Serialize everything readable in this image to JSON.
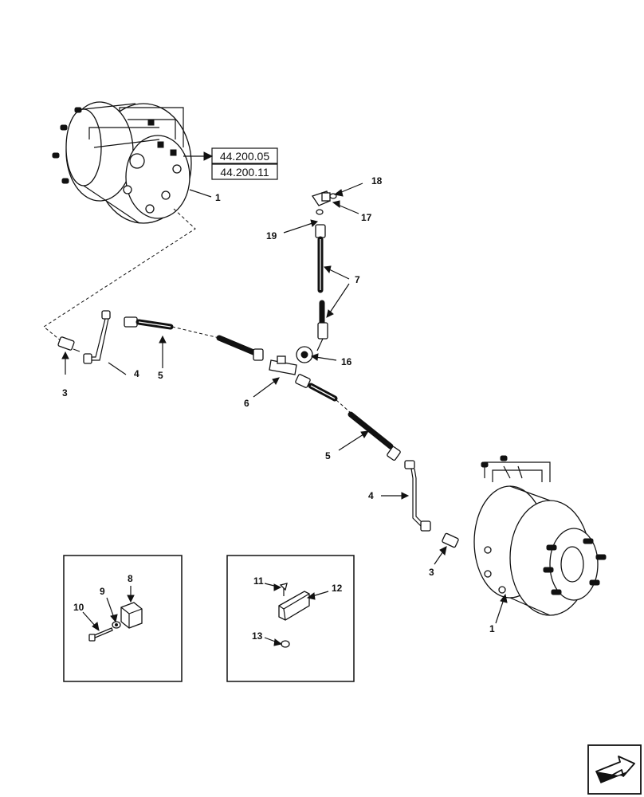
{
  "references": [
    "44.200.05",
    "44.200.11"
  ],
  "callouts": {
    "motor_top": "1",
    "motor_bottom": "1",
    "fitting_left": "3",
    "fitting_right": "3",
    "tube_left": "4",
    "tube_right": "4",
    "hose_left": "5",
    "hose_right": "5",
    "tee": "6",
    "hose_vertical": "7",
    "plug": "8",
    "washer": "9",
    "bolt": "10",
    "screw": "11",
    "bracket": "12",
    "nut": "13",
    "bulkhead_nut": "16",
    "oring_17": "17",
    "elbow_18": "18",
    "oring_19": "19"
  },
  "icons": {
    "corner": "next-page-arrow-icon"
  }
}
